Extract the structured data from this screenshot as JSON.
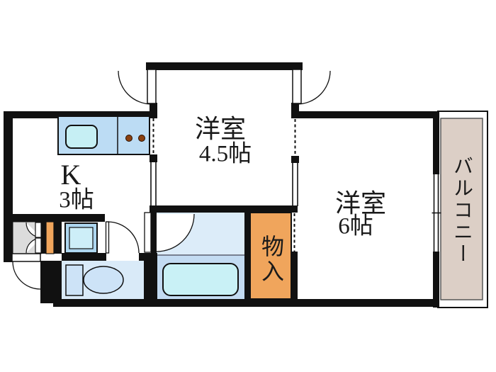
{
  "labels": {
    "kitchen_name": "K",
    "kitchen_size": "3帖",
    "room45_name": "洋室",
    "room45_size": "4.5帖",
    "room6_name": "洋室",
    "room6_size": "6帖",
    "storage": "物入",
    "balcony": "バルコニー"
  },
  "colors": {
    "wall": "#111111",
    "kitchen_counter": "#bcdcf4",
    "sink": "#c6eff4",
    "stove_burner": "#8a4010",
    "bath_upper": "#dcecf9",
    "bath_lower": "#c3dbf2",
    "bathtub": "#c9f1f6",
    "toilet_room": "#d9eaf8",
    "toilet_fixture": "#cde3f7",
    "washer_outer": "#aed7f0",
    "washer_inner": "#cdeef8",
    "storage_orange": "#f0a55c",
    "entry_gray": "#dcdcdc",
    "balcony_beige": "#dccfc6",
    "door_leaf": "#ffffff"
  }
}
